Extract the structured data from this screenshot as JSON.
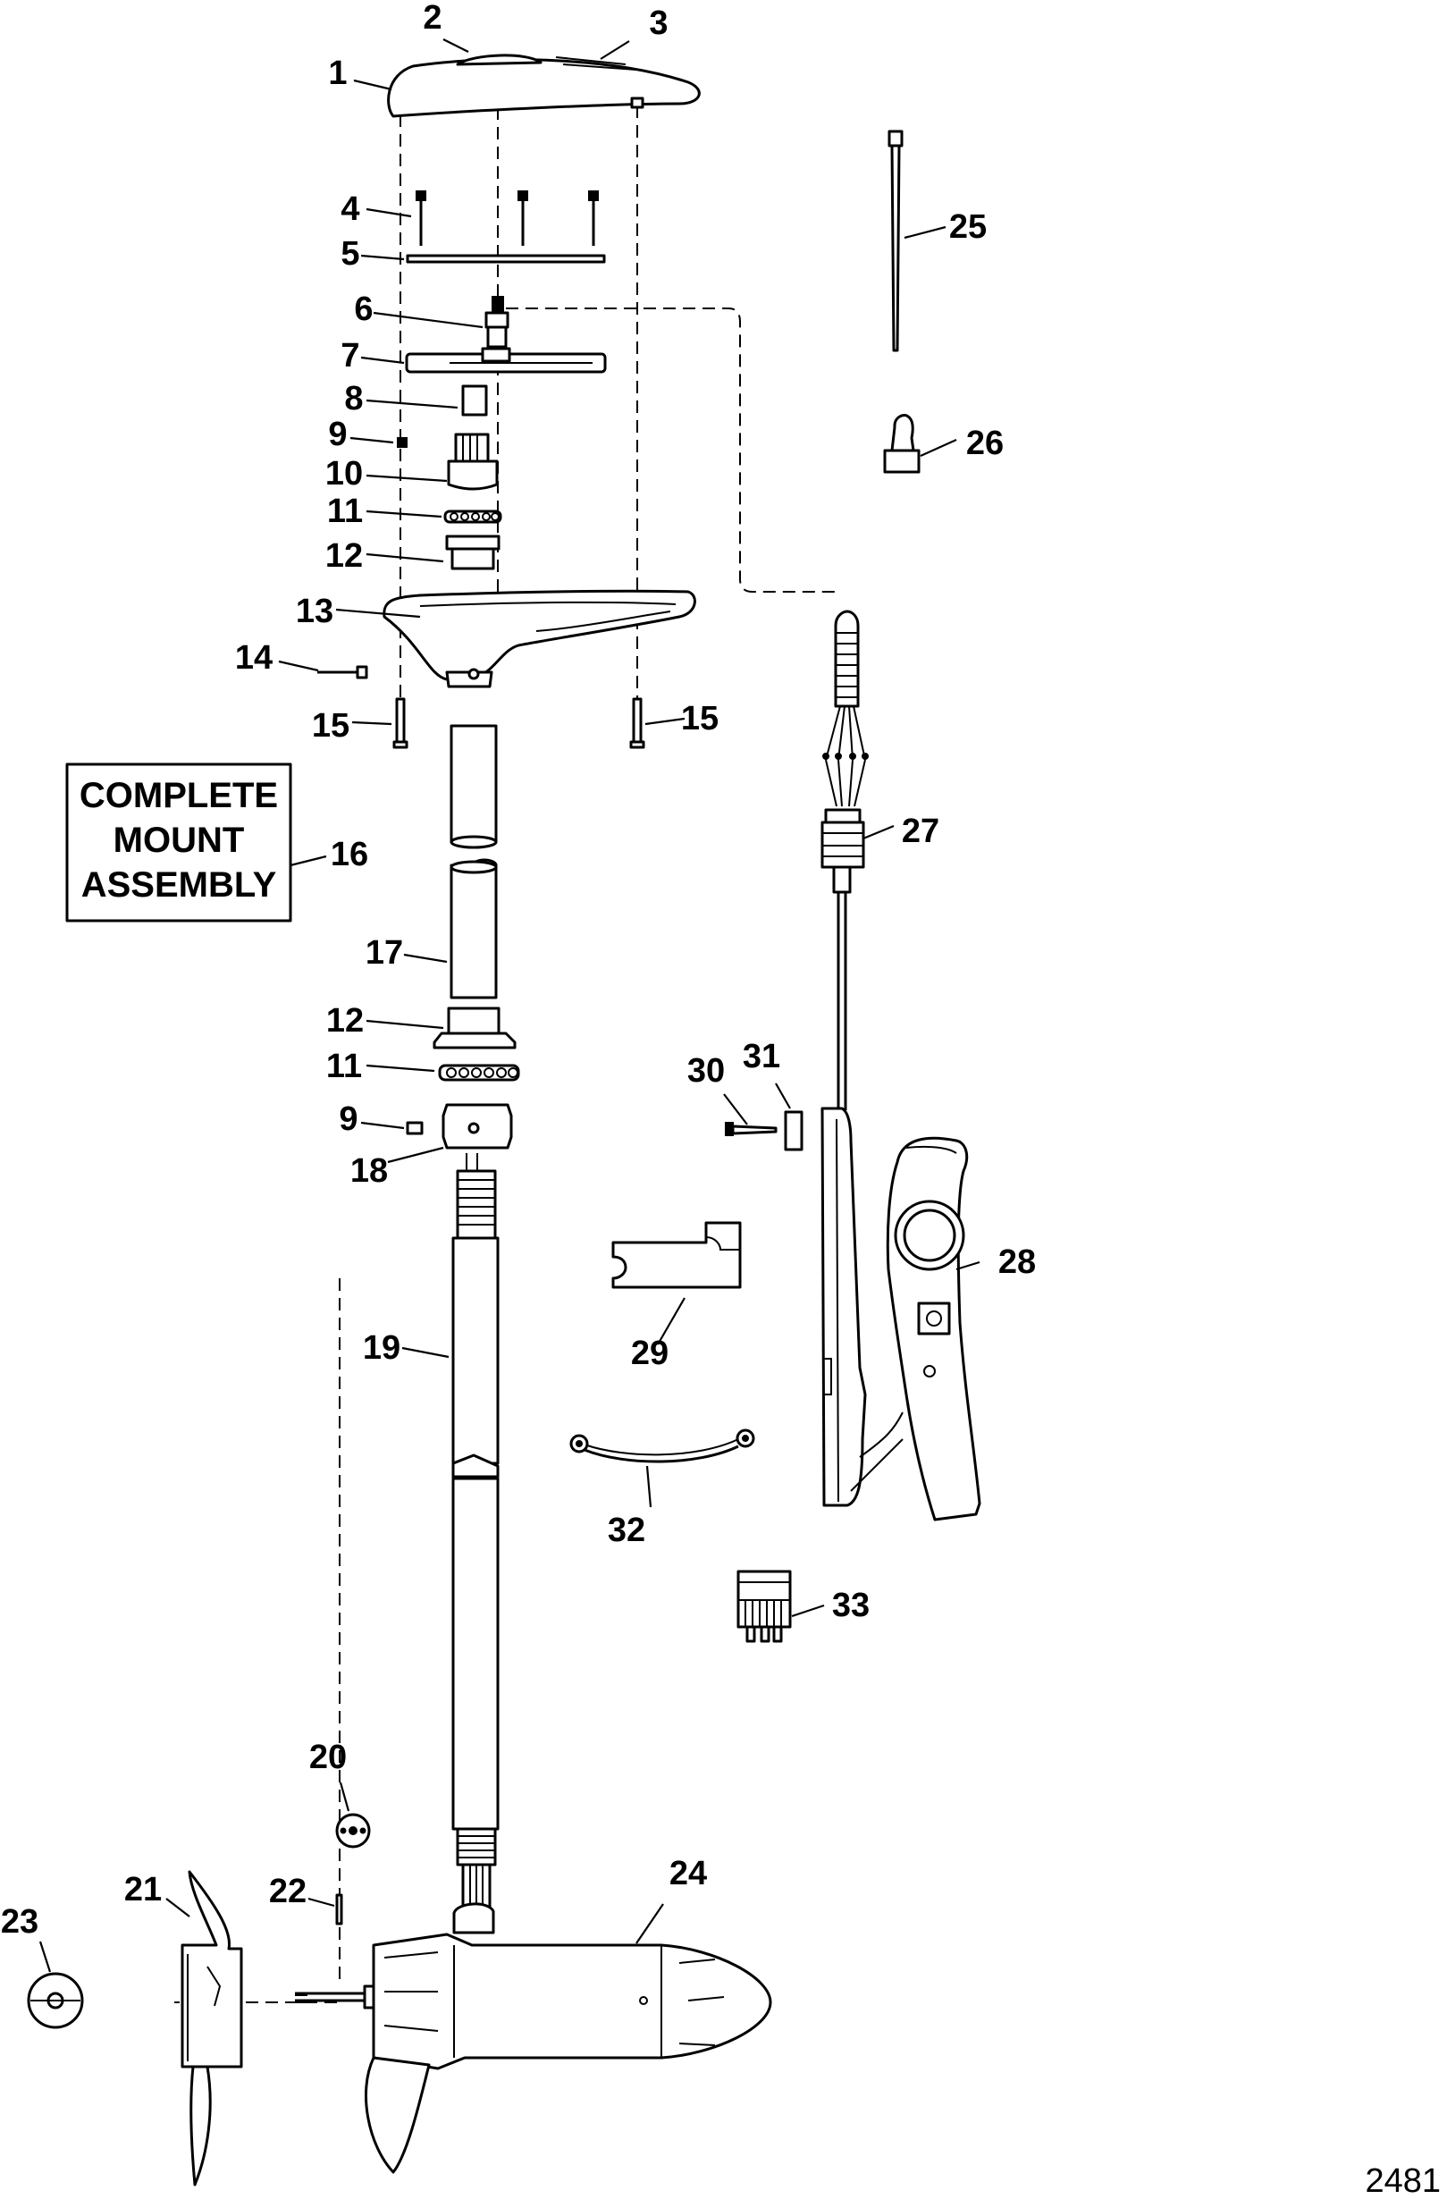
{
  "labels": {
    "l1": "1",
    "l2": "2",
    "l3": "3",
    "l4": "4",
    "l5": "5",
    "l6": "6",
    "l7": "7",
    "l8": "8",
    "l9a": "9",
    "l10": "10",
    "l11a": "11",
    "l12a": "12",
    "l13": "13",
    "l14": "14",
    "l15a": "15",
    "l15b": "15",
    "l16": "16",
    "l17": "17",
    "l12b": "12",
    "l11b": "11",
    "l9b": "9",
    "l18": "18",
    "l19": "19",
    "l20": "20",
    "l21": "21",
    "l22": "22",
    "l23": "23",
    "l24": "24",
    "l25": "25",
    "l26": "26",
    "l27": "27",
    "l28": "28",
    "l29": "29",
    "l30": "30",
    "l31": "31",
    "l32": "32",
    "l33": "33"
  },
  "assembly_box": {
    "line1": "COMPLETE",
    "line2": "MOUNT",
    "line3": "ASSEMBLY"
  },
  "figure_number": "2481"
}
